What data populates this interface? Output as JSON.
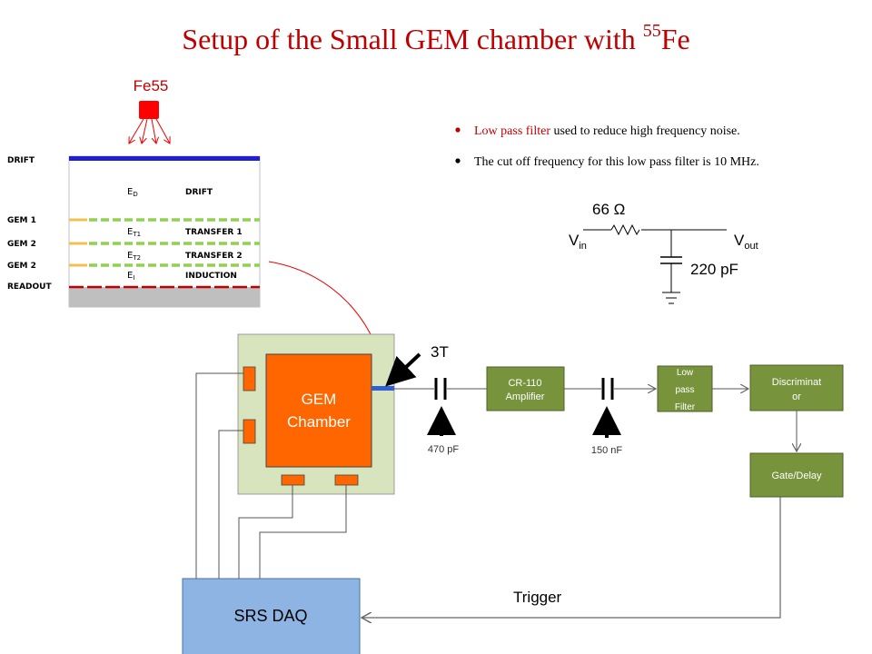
{
  "title": {
    "main": "Setup of the Small GEM chamber with ",
    "sup": "55",
    "tail": "Fe"
  },
  "source": {
    "label": "Fe55"
  },
  "bullets": {
    "b1_red": "Low pass filter",
    "b1_rest": " used to reduce high frequency noise.",
    "b2": "The cut off frequency for this low pass filter is 10 MHz."
  },
  "schematic": {
    "resistor": "66 Ω",
    "capacitor": "220 pF",
    "vin_main": "V",
    "vin_sub": "in",
    "vout_main": "V",
    "vout_sub": "out"
  },
  "gem_stack": {
    "layers": [
      "DRIFT",
      "GEM 1",
      "GEM 2",
      "GEM 2",
      "READOUT"
    ],
    "regions": [
      {
        "field": "E",
        "sub": "D",
        "name": "DRIFT"
      },
      {
        "field": "E",
        "sub": "T1",
        "name": "TRANSFER 1"
      },
      {
        "field": "E",
        "sub": "T2",
        "name": "TRANSFER 2"
      },
      {
        "field": "E",
        "sub": "I",
        "name": "INDUCTION"
      }
    ]
  },
  "blocks": {
    "gem_chamber_1": "GEM",
    "gem_chamber_2": "Chamber",
    "amp_1": "CR-110",
    "amp_2": "Amplifier",
    "lpf_1": "Low",
    "lpf_2": "pass",
    "lpf_3": "Filter",
    "disc_1": "Discriminat",
    "disc_2": "or",
    "gate": "Gate/Delay",
    "daq": "SRS DAQ"
  },
  "labels": {
    "three_t": "3T",
    "cap1": "470 pF",
    "cap2": "150 nF",
    "trigger": "Trigger"
  },
  "colors": {
    "title_red": "#c00000",
    "orange": "#ff6600",
    "green_block": "#77933c",
    "green_fill": "#d7e4bd",
    "daq_blue": "#8eb4e3",
    "drift_blue": "#1f1fd0",
    "gem_green": "#92d050",
    "readout_red": "#c00000"
  }
}
